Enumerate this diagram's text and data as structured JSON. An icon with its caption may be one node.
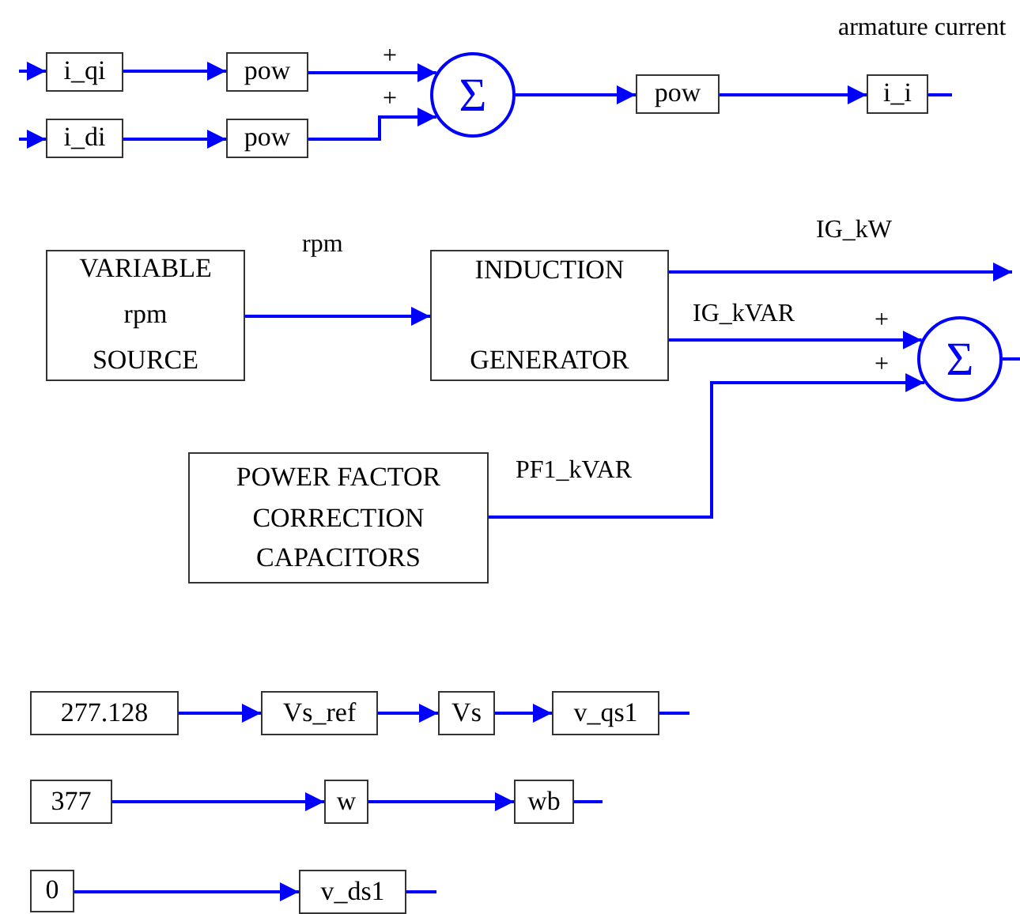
{
  "diagram": {
    "nodes": [
      {
        "text": [
          "i_qi"
        ]
      },
      {
        "text": [
          "i_di"
        ]
      },
      {
        "text": [
          "pow"
        ]
      },
      {
        "text": [
          "pow"
        ]
      },
      {
        "text": [
          "Σ"
        ]
      },
      {
        "text": [
          "pow"
        ]
      },
      {
        "text": [
          "i_i"
        ],
        "beside": [
          "armature current"
        ]
      },
      {
        "text": [
          "VARIABLE rpm SOURCE"
        ]
      },
      {
        "text": [
          "INDUCTION GENERATOR"
        ]
      },
      {
        "text": [
          "Σ"
        ]
      },
      {
        "text": [
          "POWER FACTOR CORRECTION CAPACITORS"
        ]
      },
      {
        "text": [
          "277.128"
        ]
      },
      {
        "text": [
          "Vs_ref"
        ]
      },
      {
        "text": [
          "Vs"
        ]
      },
      {
        "text": [
          "v_qs1"
        ]
      },
      {
        "text": [
          "377"
        ]
      },
      {
        "text": [
          "w"
        ]
      },
      {
        "text": [
          "wb"
        ]
      },
      {
        "text": [
          "0"
        ]
      },
      {
        "text": [
          "v_ds1"
        ]
      }
    ],
    "edges": [
      {
        "from": null,
        "to": 0,
        "arrow": "to"
      },
      {
        "from": null,
        "to": 1,
        "arrow": "to"
      },
      {
        "from": 0,
        "to": 2,
        "arrow": "to"
      },
      {
        "from": 1,
        "to": 3,
        "arrow": "to"
      },
      {
        "from": 2,
        "to": 4,
        "arrow": "to"
      },
      {
        "from": 3,
        "to": 4,
        "arrow": "to"
      },
      {
        "from": 4,
        "to": 5,
        "arrow": "to"
      },
      {
        "from": 5,
        "to": 6,
        "arrow": "to"
      },
      {
        "from": 6,
        "to": null,
        "arrow": "none"
      },
      {
        "from": 7,
        "to": 8,
        "arrow": "to",
        "label": "rpm"
      },
      {
        "from": 8,
        "to": null,
        "arrow": "to",
        "label": "IG_kW"
      },
      {
        "from": 8,
        "to": 9,
        "arrow": "to",
        "label": "IG_kVAR"
      },
      {
        "from": 10,
        "to": 9,
        "arrow": "to",
        "label": "PF1_kVAR"
      },
      {
        "from": 9,
        "to": null,
        "arrow": "none"
      },
      {
        "from": 11,
        "to": 12,
        "arrow": "to"
      },
      {
        "from": 12,
        "to": 13,
        "arrow": "to"
      },
      {
        "from": 13,
        "to": 14,
        "arrow": "to"
      },
      {
        "from": 14,
        "to": null,
        "arrow": "none"
      },
      {
        "from": 15,
        "to": 16,
        "arrow": "to"
      },
      {
        "from": 16,
        "to": 17,
        "arrow": "to"
      },
      {
        "from": 17,
        "to": null,
        "arrow": "none"
      },
      {
        "from": 18,
        "to": 19,
        "arrow": "to"
      },
      {
        "from": 19,
        "to": null,
        "arrow": "none"
      }
    ],
    "labels": [
      "+",
      "+",
      "+",
      "+"
    ]
  }
}
